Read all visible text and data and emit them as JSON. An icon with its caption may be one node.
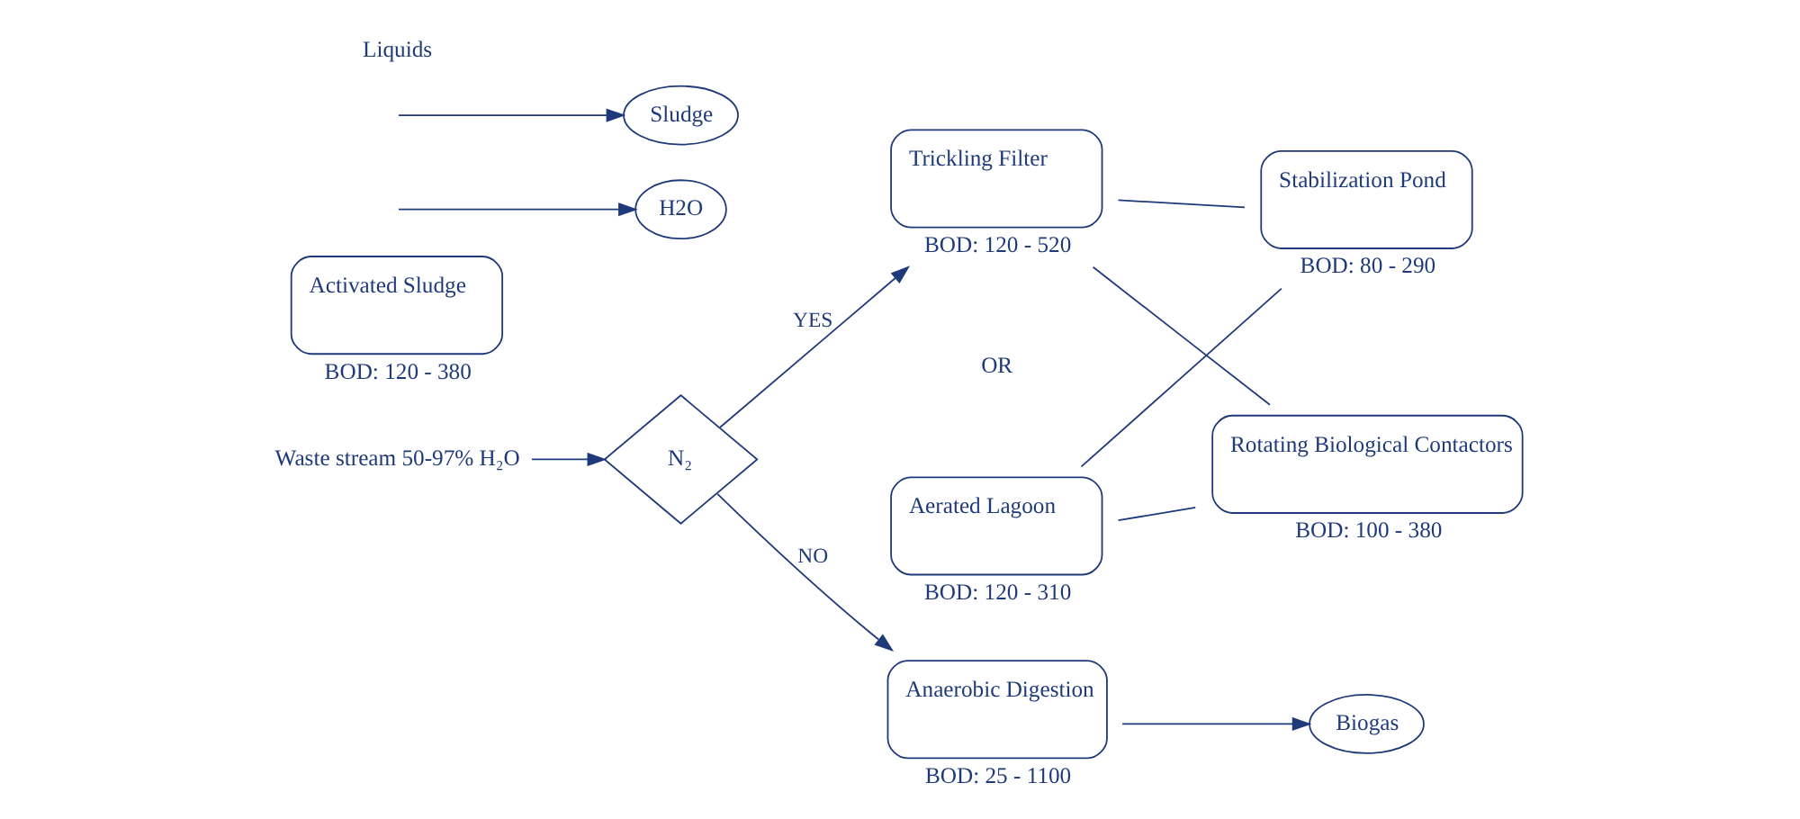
{
  "diagram": {
    "nodes": [
      {
        "text": [
          "Waste stream 50-97% H₂O"
        ]
      },
      {
        "text": [
          "N₂"
        ]
      },
      {
        "text": [
          "Trickling Filter"
        ],
        "beside": [
          "BOD: 120 - 520"
        ]
      },
      {
        "text": [
          "Aerated Lagoon"
        ],
        "beside": [
          "BOD: 120 - 310"
        ]
      },
      {
        "text": [
          "Biogas"
        ]
      },
      {
        "text": [
          "Anaerobic Digestion"
        ],
        "beside": [
          "BOD: 25 - 1100"
        ]
      },
      {
        "text": [
          "Rotating Biological Contactors"
        ],
        "beside": [
          "BOD: 100 - 380"
        ]
      },
      {
        "text": [
          "Activated Sludge"
        ],
        "beside": [
          "BOD: 120 - 380"
        ]
      },
      {
        "text": [
          "Stabilization Pond"
        ],
        "beside": [
          "BOD: 80 - 290"
        ]
      },
      {
        "text": [
          "H2O"
        ]
      },
      {
        "text": [
          "Sludge"
        ]
      }
    ],
    "edges": [
      {
        "from": 0,
        "to": 1,
        "arrow": "to"
      },
      {
        "from": 1,
        "to": 2,
        "arrow": "to",
        "label": "YES"
      },
      {
        "from": 1,
        "to": 5,
        "arrow": "to",
        "label": "NO"
      },
      {
        "from": 5,
        "to": 4,
        "arrow": "to"
      },
      {
        "from": 2,
        "to": 6,
        "arrow": "none"
      },
      {
        "from": 2,
        "to": 8,
        "arrow": "none"
      },
      {
        "from": 3,
        "to": 6,
        "arrow": "none"
      },
      {
        "from": 3,
        "to": 8,
        "arrow": "none"
      },
      {
        "from": null,
        "to": 9,
        "arrow": "to"
      },
      {
        "from": null,
        "to": 10,
        "arrow": "to"
      }
    ],
    "labels": [
      "Liquids",
      "OR"
    ]
  }
}
